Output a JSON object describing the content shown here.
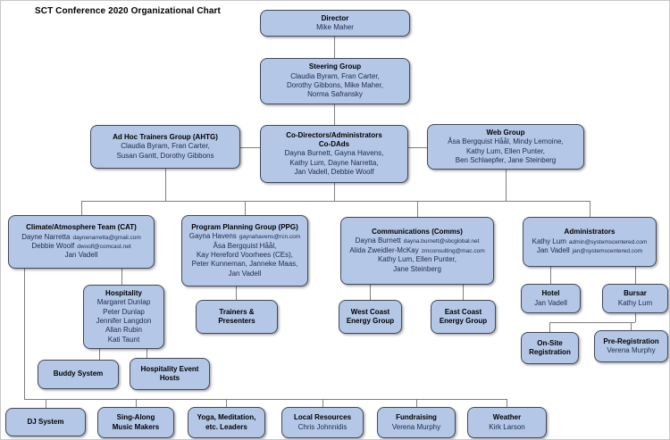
{
  "page_title": "SCT Conference 2020 Organizational Chart",
  "colors": {
    "box_fill": "#b4c7e7",
    "box_border": "#41495a",
    "connector": "#7f7f7f",
    "heading_text": "#000000",
    "member_text": "#1b2a4a",
    "background": "#ffffff"
  },
  "boxes": {
    "director": {
      "heading": [
        "Director"
      ],
      "members": [
        {
          "name": "Mike Maher"
        }
      ]
    },
    "steering_group": {
      "heading": [
        "Steering Group"
      ],
      "members": [
        {
          "name": "Claudia Byram, Fran Carter,"
        },
        {
          "name": "Dorothy Gibbons, Mike Maher,"
        },
        {
          "name": "Norma Safransky"
        }
      ]
    },
    "ahtg": {
      "heading": [
        "Ad Hoc Trainers Group (AHTG)"
      ],
      "members": [
        {
          "name": "Claudia Byram, Fran Carter,"
        },
        {
          "name": "Susan Gantt, Dorothy Gibbons"
        }
      ]
    },
    "co_dads": {
      "heading": [
        "Co-Directors/Administrators",
        "Co-DAds"
      ],
      "members": [
        {
          "name": "Dayna Burnett, Gayna Havens,"
        },
        {
          "name": "Kathy Lum, Dayne Narretta,"
        },
        {
          "name": "Jan Vadell, Debbie Woolf"
        }
      ]
    },
    "web_group": {
      "heading": [
        "Web Group"
      ],
      "members": [
        {
          "name": "Åsa Bergquist Håål, Mindy Lemoine,"
        },
        {
          "name": "Kathy Lum, Ellen Punter,"
        },
        {
          "name": "Ben Schlaepfer, Jane Steinberg"
        }
      ]
    },
    "cat": {
      "heading": [
        "Climate/Atmosphere Team (CAT)"
      ],
      "members": [
        {
          "name": "Dayne Narretta",
          "email": "daynenarretta@gmail.com"
        },
        {
          "name": "Debbie Woolf",
          "email": "dwoolf@comcast.net"
        },
        {
          "name": "Jan Vadell"
        }
      ]
    },
    "ppg": {
      "heading": [
        "Program Planning Group (PPG)"
      ],
      "members": [
        {
          "name": "Gayna Havens",
          "email": "gaynahavens@rcn.com"
        },
        {
          "name": "Åsa Bergquist Håål,"
        },
        {
          "name": "Kay Hereford Voorhees (CEs),"
        },
        {
          "name": "Peter Kunneman, Janneke Maas,"
        },
        {
          "name": "Jan Vadell"
        }
      ]
    },
    "comms": {
      "heading": [
        "Communications (Comms)"
      ],
      "members": [
        {
          "name": "Dayna Burnett",
          "email": "dayna.burnett@sbcglobal.net"
        },
        {
          "name": "Alida Zweidler-McKay",
          "email": "zmconsulting@mac.com"
        },
        {
          "name": "Kathy Lum, Ellen Punter,"
        },
        {
          "name": "Jane Steinberg"
        }
      ]
    },
    "administrators": {
      "heading": [
        "Administrators"
      ],
      "members": [
        {
          "name": "Kathy Lum",
          "email": "admin@systemscentered.com"
        },
        {
          "name": "Jan Vadell",
          "email": "jan@systemscentered.com"
        }
      ]
    },
    "hospitality": {
      "heading": [
        "Hospitality"
      ],
      "members": [
        {
          "name": "Margaret Dunlap"
        },
        {
          "name": "Peter Dunlap"
        },
        {
          "name": "Jennifer Langdon"
        },
        {
          "name": "Allan Rubin"
        },
        {
          "name": "Kati Taunt"
        }
      ]
    },
    "trainers_presenters": {
      "heading": [
        "Trainers &",
        "Presenters"
      ],
      "members": []
    },
    "west_coast_energy": {
      "heading": [
        "West Coast",
        "Energy Group"
      ],
      "members": []
    },
    "east_coast_energy": {
      "heading": [
        "East Coast",
        "Energy Group"
      ],
      "members": []
    },
    "hotel": {
      "heading": [
        "Hotel"
      ],
      "members": [
        {
          "name": "Jan Vadell"
        }
      ]
    },
    "bursar": {
      "heading": [
        "Bursar"
      ],
      "members": [
        {
          "name": "Kathy Lum"
        }
      ]
    },
    "buddy_system": {
      "heading": [
        "Buddy System"
      ],
      "members": []
    },
    "hospitality_event_hosts": {
      "heading": [
        "Hospitality Event",
        "Hosts"
      ],
      "members": []
    },
    "onsite_registration": {
      "heading": [
        "On-Site",
        "Registration"
      ],
      "members": []
    },
    "pre_registration": {
      "heading": [
        "Pre-Registration"
      ],
      "members": [
        {
          "name": "Verena Murphy"
        }
      ]
    },
    "dj_system": {
      "heading": [
        "DJ System"
      ],
      "members": []
    },
    "sing_along": {
      "heading": [
        "Sing-Along",
        "Music Makers"
      ],
      "members": []
    },
    "yoga": {
      "heading": [
        "Yoga, Meditation,",
        "etc. Leaders"
      ],
      "members": []
    },
    "local_resources": {
      "heading": [
        "Local Resources"
      ],
      "members": [
        {
          "name": "Chris Johnnidis"
        }
      ]
    },
    "fundraising": {
      "heading": [
        "Fundraising"
      ],
      "members": [
        {
          "name": "Verena Murphy"
        }
      ]
    },
    "weather": {
      "heading": [
        "Weather"
      ],
      "members": [
        {
          "name": "Kirk Larson"
        }
      ]
    }
  }
}
